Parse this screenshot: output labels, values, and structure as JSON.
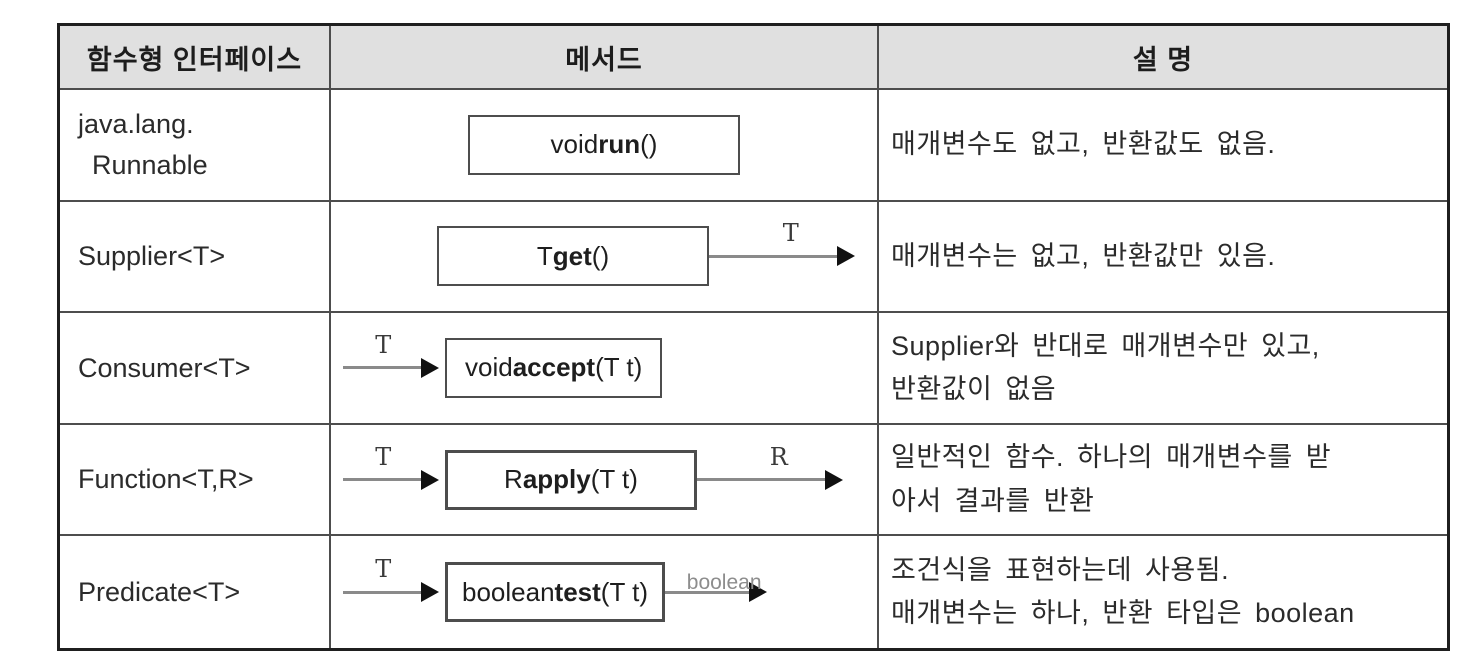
{
  "table": {
    "title_semantic": "Java functional interfaces table",
    "headers": [
      {
        "label": "함수형 인터페이스"
      },
      {
        "label": "메서드"
      },
      {
        "label": "설 명"
      }
    ],
    "rows": [
      {
        "interface": {
          "line1": "java.lang.",
          "line2": "Runnable"
        },
        "method": {
          "pre": "void ",
          "name": "run",
          "post": "()"
        },
        "description": {
          "line1": "매개변수도 없고, 반환값도 없음."
        }
      },
      {
        "interface": {
          "line1": "Supplier<T>"
        },
        "method": {
          "pre": "T ",
          "name": "get",
          "post": "()",
          "out_label": "T"
        },
        "description": {
          "line1": "매개변수는 없고, 반환값만 있음."
        }
      },
      {
        "interface": {
          "line1": "Consumer<T>"
        },
        "method": {
          "in_label": "T",
          "pre": "void ",
          "name": "accept",
          "post": "(T t)"
        },
        "description": {
          "line1": "Supplier와 반대로 매개변수만 있고,",
          "line2": "반환값이 없음"
        }
      },
      {
        "interface": {
          "line1": "Function<T,R>"
        },
        "method": {
          "in_label": "T",
          "pre": "R ",
          "name": "apply",
          "post": "(T t)",
          "out_label": "R"
        },
        "description": {
          "line1": "일반적인 함수. 하나의 매개변수를 받",
          "line2": "아서 결과를 반환"
        }
      },
      {
        "interface": {
          "line1": "Predicate<T>"
        },
        "method": {
          "in_label": "T",
          "pre": "boolean ",
          "name": "test",
          "post": "(T t)",
          "out_label": "boolean"
        },
        "description": {
          "line1": "조건식을 표현하는데 사용됨.",
          "line2": "매개변수는 하나, 반환 타입은 boolean"
        }
      }
    ],
    "colors": {
      "header_bg": "#e0e0e0",
      "inner_border": "#4d4d4d",
      "outer_border": "#1f1f1f",
      "text": "#2b2b2b",
      "arrow_line": "#8a8a8a",
      "arrowhead": "#111111",
      "boolean_label": "#8d8d8d"
    }
  }
}
